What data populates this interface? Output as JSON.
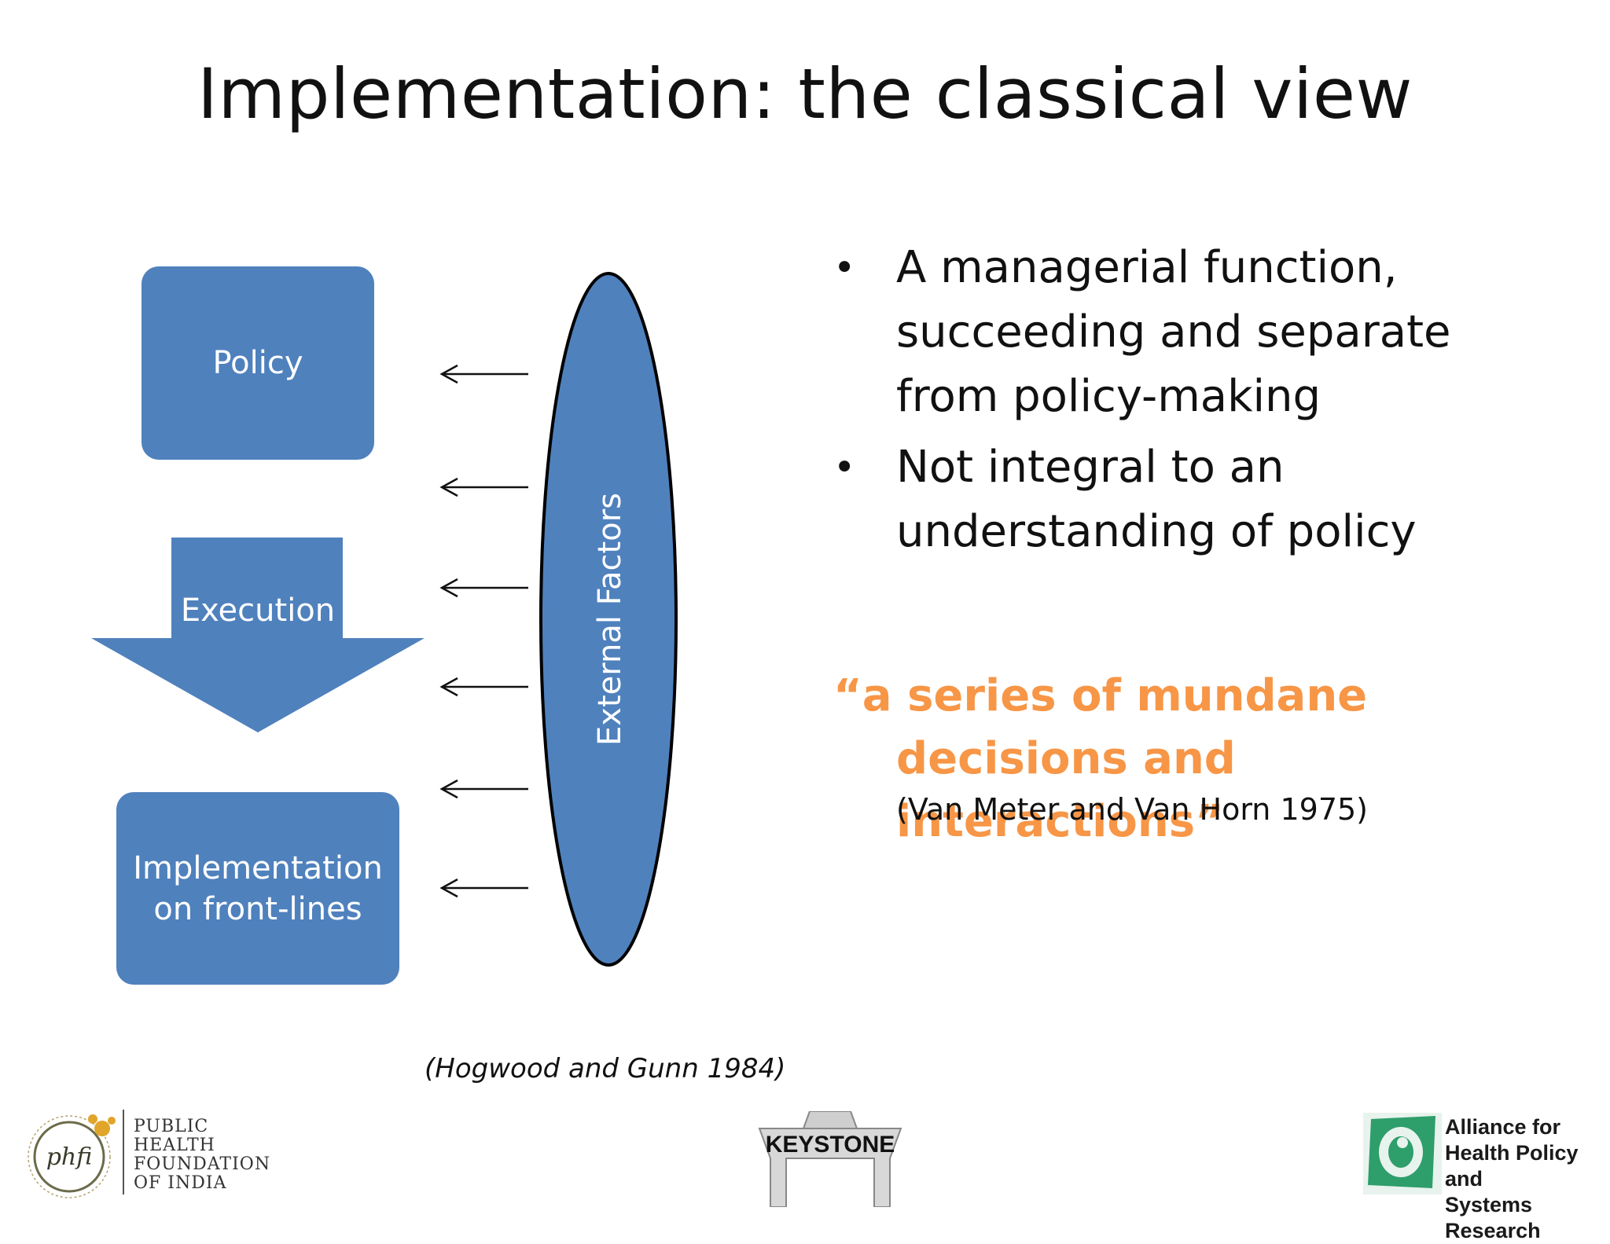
{
  "title": "Implementation: the classical view",
  "diagram": {
    "policy": "Policy",
    "execution": "Execution",
    "implementation": "Implementation\non front-lines",
    "external": "External Factors"
  },
  "bullets": [
    "A managerial function, succeeding and separate from policy-making",
    "Not integral to an understanding of policy"
  ],
  "quote": {
    "line1": "“a series of mundane",
    "line2": "decisions and interactions”",
    "citation": "(Van Meter and Van Horn 1975)"
  },
  "source": "(Hogwood and Gunn 1984)",
  "logos": {
    "phfi_mark": "phfi",
    "phfi_text": "PUBLIC\nHEALTH\nFOUNDATION\nOF INDIA",
    "keystone": "KEYSTONE",
    "alliance": "Alliance for\nHealth Policy and\nSystems Research"
  },
  "colors": {
    "shape_fill": "#4f81bd",
    "quote": "#f79646",
    "alliance_green": "#2e9e6b"
  }
}
